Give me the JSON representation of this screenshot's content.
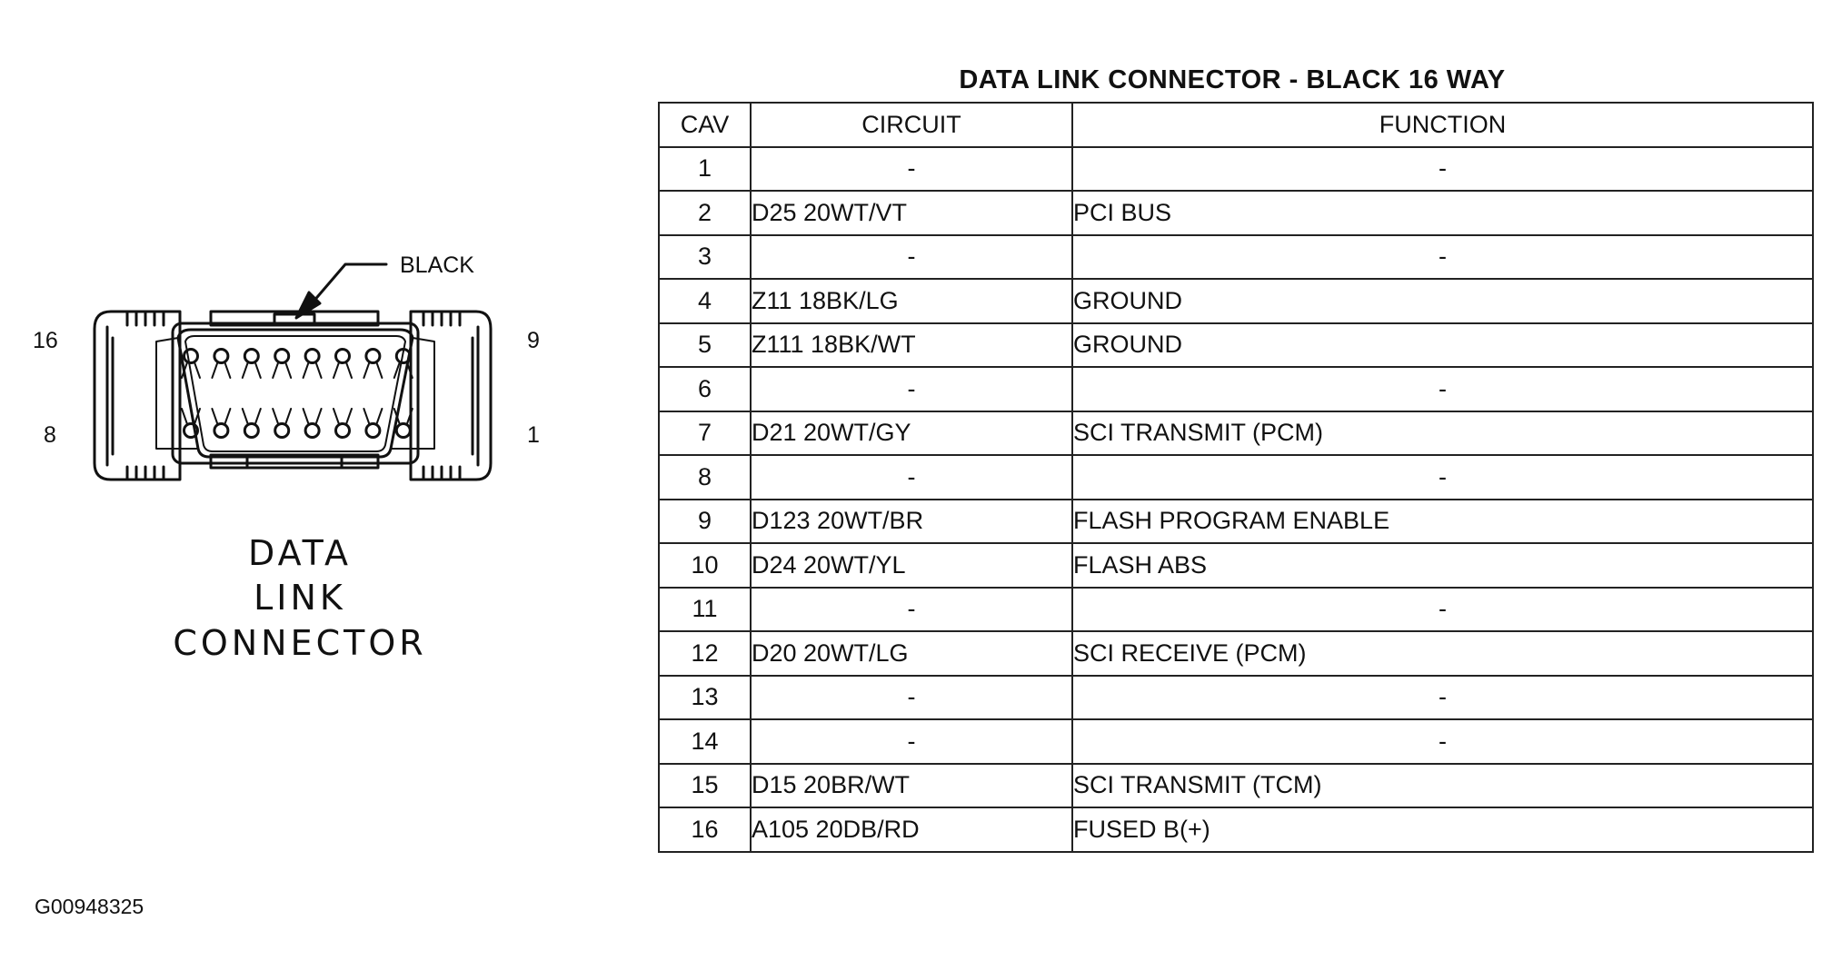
{
  "connector": {
    "color_callout": "BLACK",
    "pin_labels": {
      "top_left": "16",
      "top_right": "9",
      "bottom_left": "8",
      "bottom_right": "1"
    },
    "caption": [
      "DATA",
      "LINK",
      "CONNECTOR"
    ]
  },
  "figure_id": "G00948325",
  "table": {
    "title": "DATA LINK CONNECTOR - BLACK 16 WAY",
    "headers": {
      "cav": "CAV",
      "circuit": "CIRCUIT",
      "function": "FUNCTION"
    },
    "rows": [
      {
        "cav": "1",
        "circuit": "-",
        "function": "-"
      },
      {
        "cav": "2",
        "circuit": "D25 20WT/VT",
        "function": "PCI BUS"
      },
      {
        "cav": "3",
        "circuit": "-",
        "function": "-"
      },
      {
        "cav": "4",
        "circuit": "Z11 18BK/LG",
        "function": "GROUND"
      },
      {
        "cav": "5",
        "circuit": "Z111 18BK/WT",
        "function": "GROUND"
      },
      {
        "cav": "6",
        "circuit": "-",
        "function": "-"
      },
      {
        "cav": "7",
        "circuit": "D21 20WT/GY",
        "function": "SCI TRANSMIT (PCM)"
      },
      {
        "cav": "8",
        "circuit": "-",
        "function": "-"
      },
      {
        "cav": "9",
        "circuit": "D123 20WT/BR",
        "function": "FLASH PROGRAM ENABLE"
      },
      {
        "cav": "10",
        "circuit": "D24 20WT/YL",
        "function": "FLASH ABS"
      },
      {
        "cav": "11",
        "circuit": "-",
        "function": "-"
      },
      {
        "cav": "12",
        "circuit": "D20 20WT/LG",
        "function": "SCI RECEIVE (PCM)"
      },
      {
        "cav": "13",
        "circuit": "-",
        "function": "-"
      },
      {
        "cav": "14",
        "circuit": "-",
        "function": "-"
      },
      {
        "cav": "15",
        "circuit": "D15 20BR/WT",
        "function": "SCI TRANSMIT (TCM)"
      },
      {
        "cav": "16",
        "circuit": "A105 20DB/RD",
        "function": "FUSED B(+)"
      }
    ]
  }
}
